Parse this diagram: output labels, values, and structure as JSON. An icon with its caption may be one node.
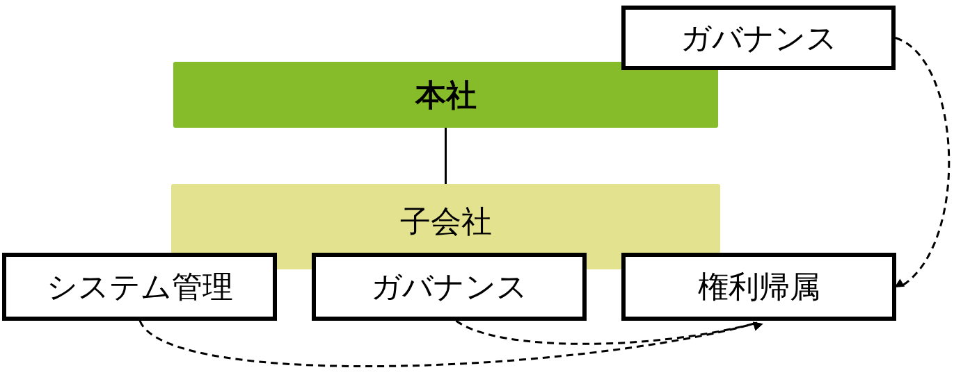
{
  "diagram": {
    "nodes": [
      {
        "text": [
          "ガバナンス"
        ]
      },
      {
        "text": [
          "本社"
        ]
      },
      {
        "text": [
          "子会社"
        ]
      },
      {
        "text": [
          "システム管理"
        ]
      },
      {
        "text": [
          "ガバナンス"
        ]
      },
      {
        "text": [
          "権利帰属"
        ]
      }
    ],
    "edges": [
      {
        "from": 1,
        "to": 2,
        "arrow": "none"
      },
      {
        "from": 0,
        "to": 5,
        "arrow": "to",
        "style": "dashed"
      },
      {
        "from": 4,
        "to": 5,
        "arrow": "to",
        "style": "dashed"
      },
      {
        "from": 3,
        "to": 5,
        "arrow": "to",
        "style": "dashed"
      }
    ]
  }
}
